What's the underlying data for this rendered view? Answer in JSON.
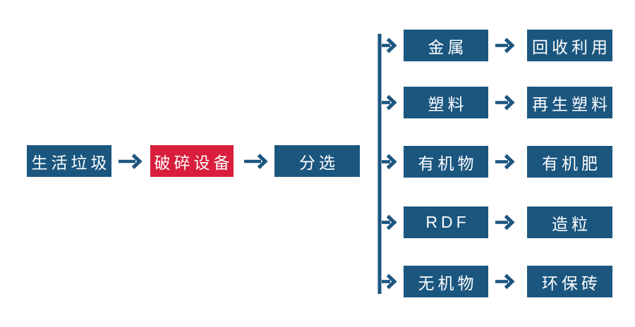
{
  "colors": {
    "primary_blue": "#1B567F",
    "accent_red": "#D81E3C",
    "label_white": "#FFFFFF",
    "background": "#FFFFFF"
  },
  "main_flow": [
    {
      "label": "生活垃圾",
      "variant": "blue",
      "highlighted": false
    },
    {
      "label": "破碎设备",
      "variant": "red",
      "highlighted": true
    },
    {
      "label": "分选",
      "variant": "blue",
      "highlighted": false
    }
  ],
  "branches": [
    {
      "material": "金属",
      "output": "回收利用"
    },
    {
      "material": "塑料",
      "output": "再生塑料"
    },
    {
      "material": "有机物",
      "output": "有机肥"
    },
    {
      "material": "RDF",
      "output": "造粒"
    },
    {
      "material": "无机物",
      "output": "环保砖"
    }
  ]
}
